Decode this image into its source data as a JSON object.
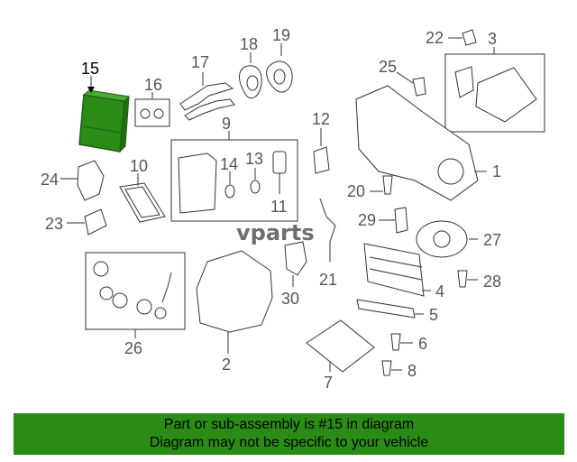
{
  "callouts": {
    "c1": "1",
    "c2": "2",
    "c3": "3",
    "c4": "4",
    "c5": "5",
    "c6": "6",
    "c7": "7",
    "c8": "8",
    "c9": "9",
    "c10": "10",
    "c11": "11",
    "c12": "12",
    "c13": "13",
    "c14": "14",
    "c15": "15",
    "c16": "16",
    "c17": "17",
    "c18": "18",
    "c19": "19",
    "c20": "20",
    "c21": "21",
    "c22": "22",
    "c23": "23",
    "c24": "24",
    "c25": "25",
    "c26": "26",
    "c27": "27",
    "c28": "28",
    "c29": "29",
    "c30": "30"
  },
  "highlight_color": "#2a8b16",
  "watermark": "vparts",
  "banner": {
    "line1": "Part or sub-assembly is #15 in diagram",
    "line2": "Diagram may not be specific to your vehicle"
  }
}
